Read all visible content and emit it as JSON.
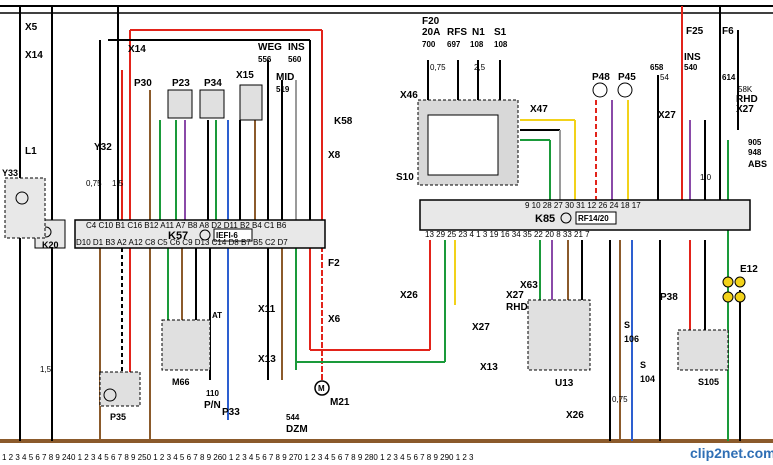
{
  "top_labels": {
    "x5": "X5",
    "x14a": "X14",
    "x14b": "X14",
    "f20": "F20",
    "f20a": "20A",
    "rfs": "RFS",
    "n1": "N1",
    "s1": "S1",
    "f25": "F25",
    "f6": "F6",
    "num700": "700",
    "num697": "697",
    "num108a": "108",
    "num108b": "108",
    "weg": "WEG",
    "ins": "INS",
    "num556": "556",
    "num560": "560",
    "mid": "MID",
    "num519": "519",
    "ins2": "INS",
    "num540": "540",
    "num658": "658",
    "num54": "54",
    "num614": "614",
    "num58k": "58K",
    "num905": "905",
    "num948": "948",
    "abs": "ABS"
  },
  "components": {
    "p30": "P30",
    "p23": "P23",
    "p34": "P34",
    "x15": "X15",
    "k58": "K58",
    "x8": "X8",
    "y32": "Y32",
    "l1": "L1",
    "y33": "Y33",
    "k20": "K20",
    "k57": "K57",
    "iefi6": "IEFI-6",
    "x46": "X46",
    "x47": "X47",
    "s10": "S10",
    "p48": "P48",
    "p45": "P45",
    "x27a": "X27",
    "rhd1": "RHD",
    "x27b": "X27",
    "k85": "K85",
    "rf1420": "RF14/20",
    "f2": "F2",
    "x6": "X6",
    "x26a": "X26",
    "x27c": "X27",
    "rhd2": "RHD",
    "x63": "X63",
    "x27d": "X27",
    "x13a": "X13",
    "u13": "U13",
    "p38": "P38",
    "s106": "106",
    "s104": "104",
    "e12": "E12",
    "s105": "S105",
    "x26b": "X26",
    "m66": "M66",
    "x11": "X11",
    "x13b": "X13",
    "num110": "110",
    "pn": "P/N",
    "p33": "P33",
    "num544": "544",
    "dzm": "DZM",
    "m21": "M21",
    "p35": "P35",
    "at": "AT",
    "s_lbl1": "S",
    "s_lbl2": "S"
  },
  "k57_pins_top": "C4 C10 B1 C16 B12 A11 A7 B8 A8 D2 D11 B2 B4 C1 B6",
  "k57_pins_bot": "D10 D1 B3 A2 A12 C8 C5 C6 C9 D13 C14 D8 B7 B5 C2 D7",
  "k85_pins_top": "9 10 28 27 30 31 12 26 24 18 17",
  "k85_pins_bot": "13 29 25 23 4 1 3 19 16 34 35 22 20 8 33 21 7",
  "wire_75": "0,75",
  "wire_15": "1,5",
  "wire_25": "2,5",
  "wire_10": "1,0",
  "bottom_numbers": "1 2 3 4 5 6 7 8 9 240 1 2 3 4 5 6 7 8 9 250 1 2 3 4 5 6 7 8 9 260 1 2 3 4 5 6 7 8 9 270 1 2 3 4 5 6 7 8 9 280 1 2 3 4 5 6 7 8 9 290 1 2 3",
  "watermark": {
    "text": "clip2net.com",
    "color": "#2f6fb5"
  },
  "colors": {
    "red": "#e2231a",
    "green": "#1a9a3a",
    "yellow": "#f2d21a",
    "brown": "#8b5a2b",
    "blue": "#2d5fd0",
    "violet": "#8a4aa8",
    "black": "#000000",
    "gray": "#9a9a9a"
  }
}
